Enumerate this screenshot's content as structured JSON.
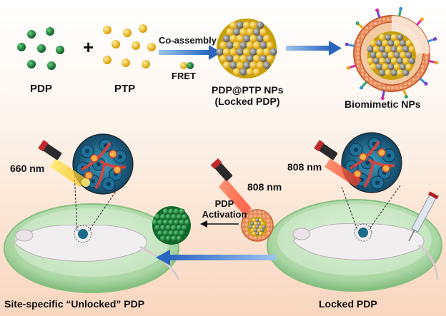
{
  "top_row": {
    "pdp_label": "PDP",
    "plus_sign": "+",
    "ptp_label": "PTP",
    "arrow_top_label": "Co-assembly",
    "arrow_bottom_label": "FRET",
    "nps_label_line1": "PDP@PTP NPs",
    "nps_label_line2": "(Locked PDP)",
    "biomimetic_label": "Biomimetic NPs"
  },
  "bottom_row": {
    "left_laser_label": "660 nm",
    "middle_laser_label": "808 nm",
    "right_laser_label": "808 nm",
    "activation_line1": "PDP",
    "activation_line2": "Activation",
    "left_caption": "Site-specific “Unlocked” PDP",
    "right_caption": "Locked PDP"
  },
  "colors": {
    "pdp_green": "#1e7a3a",
    "ptp_yellow": "#f2c21a",
    "arrow_blue": "#3a78c8",
    "dish_green": "#b6ddb0",
    "laser_red": "#e8301a",
    "laser_yellow": "#f6c81e"
  }
}
